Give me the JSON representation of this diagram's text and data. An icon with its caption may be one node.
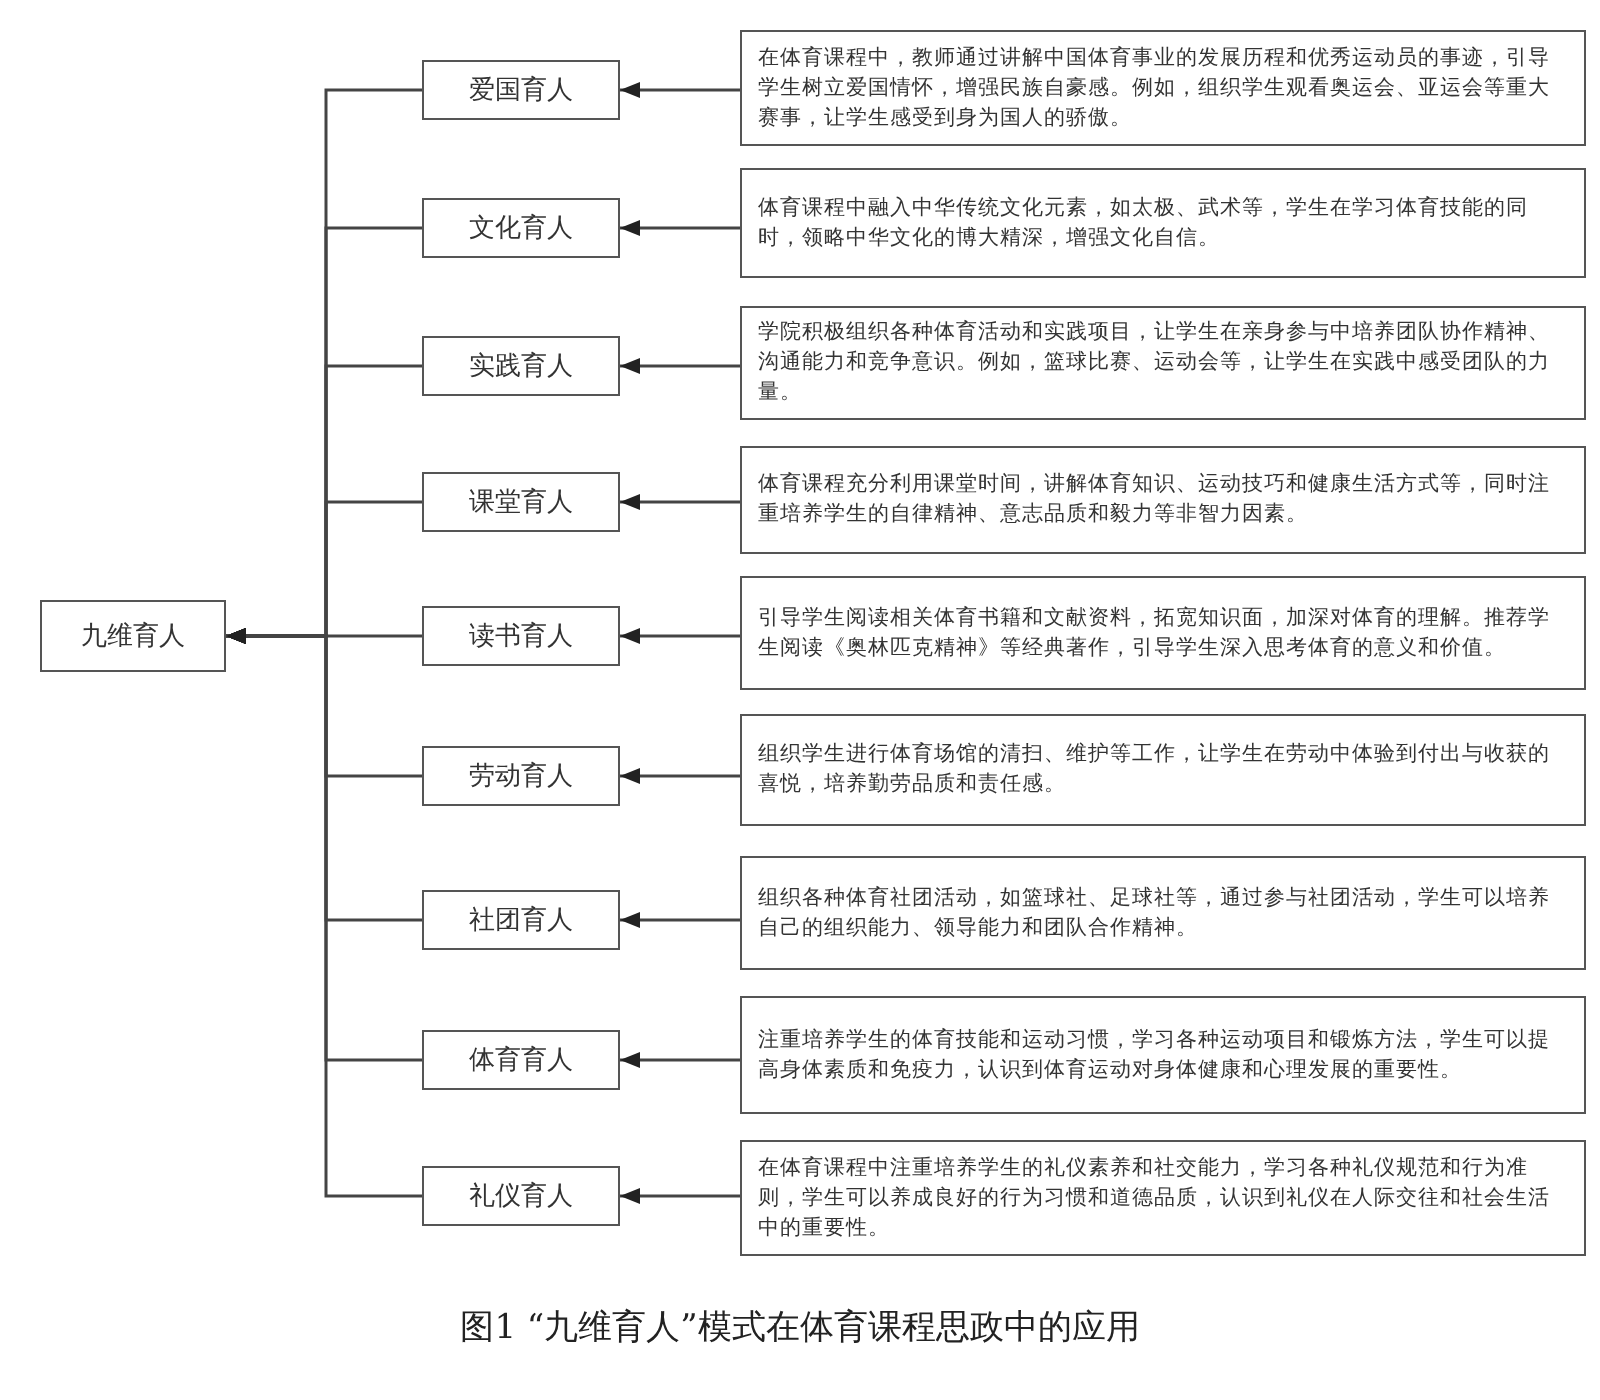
{
  "diagram": {
    "caption": "图1 “九维育人”模式在体育课程思政中的应用",
    "nodes": [
      {
        "text": [
          "九维育人"
        ]
      },
      {
        "text": [
          "爱国育人"
        ]
      },
      {
        "text": [
          "文化育人"
        ]
      },
      {
        "text": [
          "实践育人"
        ]
      },
      {
        "text": [
          "课堂育人"
        ]
      },
      {
        "text": [
          "读书育人"
        ]
      },
      {
        "text": [
          "劳动育人"
        ]
      },
      {
        "text": [
          "社团育人"
        ]
      },
      {
        "text": [
          "体育育人"
        ]
      },
      {
        "text": [
          "礼仪育人"
        ]
      },
      {
        "text": [
          "在体育课程中，教师通过讲解中国体育事业的发展历程和优秀运动员的事迹，引导学生树立爱国情怀，增强民族自豪感。例如，组织学生观看奥运会、亚运会等重大赛事，让学生感受到身为国人的骄傲。"
        ]
      },
      {
        "text": [
          "体育课程中融入中华传统文化元素，如太极、武术等，学生在学习体育技能的同时，领略中华文化的博大精深，增强文化自信。"
        ]
      },
      {
        "text": [
          "学院积极组织各种体育活动和实践项目，让学生在亲身参与中培养团队协作精神、沟通能力和竞争意识。例如，篮球比赛、运动会等，让学生在实践中感受团队的力量。"
        ]
      },
      {
        "text": [
          "体育课程充分利用课堂时间，讲解体育知识、运动技巧和健康生活方式等，同时注重培养学生的自律精神、意志品质和毅力等非智力因素。"
        ]
      },
      {
        "text": [
          "引导学生阅读相关体育书籍和文献资料，拓宽知识面，加深对体育的理解。推荐学生阅读《奥林匹克精神》等经典著作，引导学生深入思考体育的意义和价值。"
        ]
      },
      {
        "text": [
          "组织学生进行体育场馆的清扫、维护等工作，让学生在劳动中体验到付出与收获的喜悦，培养勤劳品质和责任感。"
        ]
      },
      {
        "text": [
          "组织各种体育社团活动，如篮球社、足球社等，通过参与社团活动，学生可以培养自己的组织能力、领导能力和团队合作精神。"
        ]
      },
      {
        "text": [
          "注重培养学生的体育技能和运动习惯，学习各种运动项目和锻炼方法，学生可以提高身体素质和免疫力，认识到体育运动对身体健康和心理发展的重要性。"
        ]
      },
      {
        "text": [
          "在体育课程中注重培养学生的礼仪素养和社交能力，学习各种礼仪规范和行为准则，学生可以养成良好的行为习惯和道德品质，认识到礼仪在人际交往和社会生活中的重要性。"
        ]
      }
    ],
    "edges": [
      {
        "from": 10,
        "to": 1,
        "arrow": "to"
      },
      {
        "from": 11,
        "to": 2,
        "arrow": "to"
      },
      {
        "from": 12,
        "to": 3,
        "arrow": "to"
      },
      {
        "from": 13,
        "to": 4,
        "arrow": "to"
      },
      {
        "from": 14,
        "to": 5,
        "arrow": "to"
      },
      {
        "from": 15,
        "to": 6,
        "arrow": "to"
      },
      {
        "from": 16,
        "to": 7,
        "arrow": "to"
      },
      {
        "from": 17,
        "to": 8,
        "arrow": "to"
      },
      {
        "from": 18,
        "to": 9,
        "arrow": "to"
      },
      {
        "from": 1,
        "to": 0,
        "arrow": "to"
      },
      {
        "from": 2,
        "to": 0,
        "arrow": "to"
      },
      {
        "from": 3,
        "to": 0,
        "arrow": "to"
      },
      {
        "from": 4,
        "to": 0,
        "arrow": "to"
      },
      {
        "from": 5,
        "to": 0,
        "arrow": "to"
      },
      {
        "from": 6,
        "to": 0,
        "arrow": "to"
      },
      {
        "from": 7,
        "to": 0,
        "arrow": "to"
      },
      {
        "from": 8,
        "to": 0,
        "arrow": "to"
      },
      {
        "from": 9,
        "to": 0,
        "arrow": "to"
      }
    ]
  }
}
